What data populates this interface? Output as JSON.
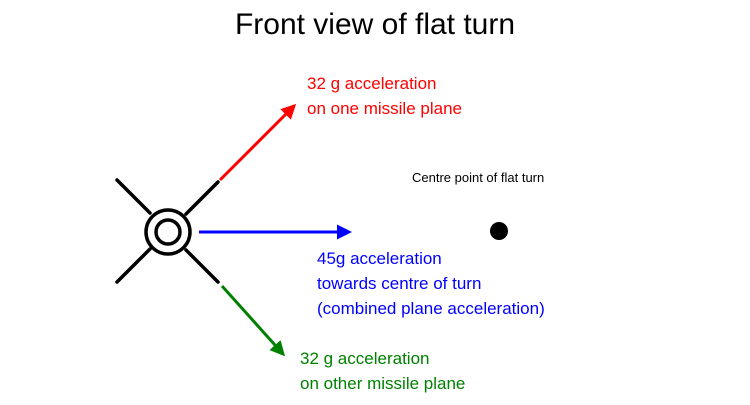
{
  "title": "Front view of flat turn",
  "labels": {
    "red": {
      "line1": "32 g acceleration",
      "line2": "on one missile plane"
    },
    "center_point": "Centre point of flat turn",
    "blue": {
      "line1": "45g acceleration",
      "line2": "towards centre of turn",
      "line3": "(combined plane acceleration)"
    },
    "green": {
      "line1": "32 g acceleration",
      "line2": "on other missile plane"
    }
  },
  "colors": {
    "red": "#ff0000",
    "blue": "#0000ff",
    "green": "#008000",
    "ink": "#000000"
  },
  "icons": {
    "missile": "missile-front-view-icon",
    "center": "center-point-dot-icon"
  }
}
